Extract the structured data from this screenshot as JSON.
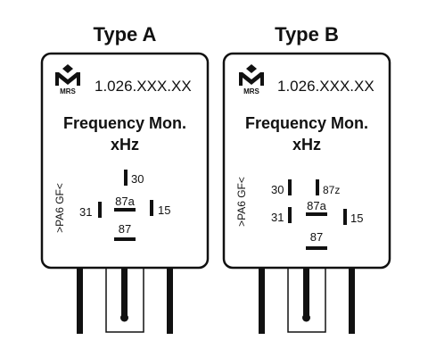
{
  "relays": [
    {
      "title": "Type A",
      "brand": "MRS",
      "part_number": "1.026.XXX.XX",
      "function": "Frequency Mon.",
      "frequency": "xHz",
      "material": ">PA6 GF<",
      "terminals": {
        "t30": "30",
        "t87a": "87a",
        "t31": "31",
        "t15": "15",
        "t87": "87"
      }
    },
    {
      "title": "Type B",
      "brand": "MRS",
      "part_number": "1.026.XXX.XX",
      "function": "Frequency Mon.",
      "frequency": "xHz",
      "material": ">PA6 GF<",
      "terminals": {
        "t30": "30",
        "t87z": "87z",
        "t87a": "87a",
        "t31": "31",
        "t15": "15",
        "t87": "87"
      }
    }
  ]
}
